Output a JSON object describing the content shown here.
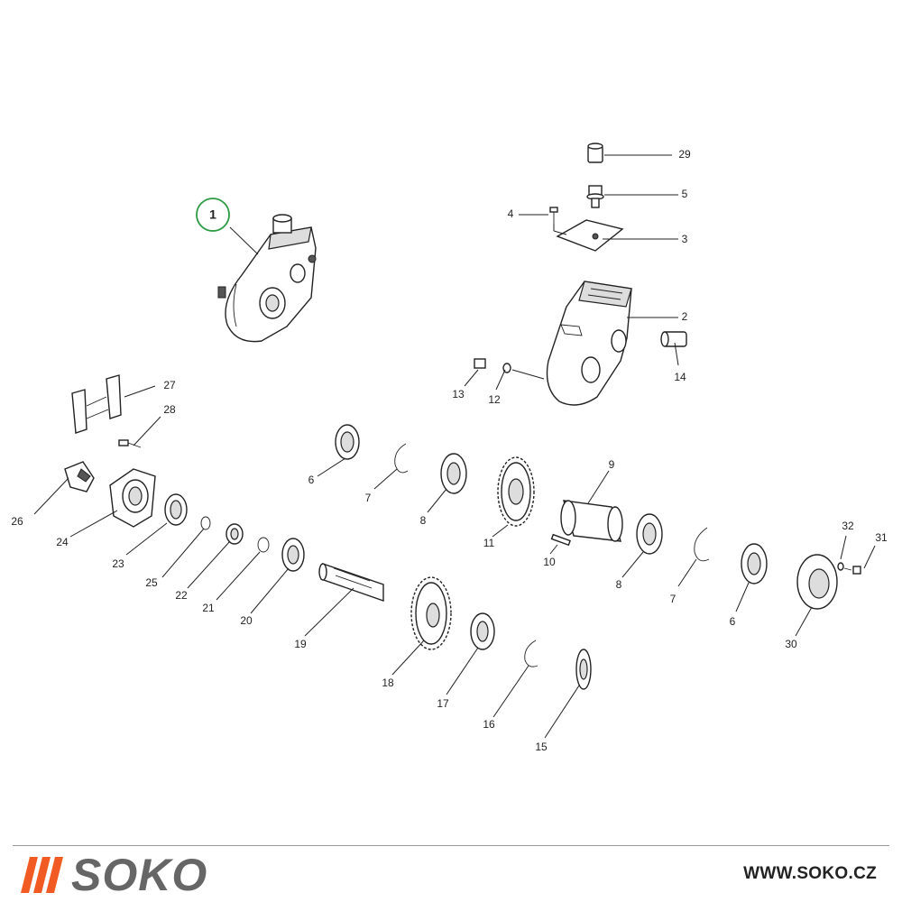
{
  "colors": {
    "highlight": "#2e9a43",
    "brand_orange": "#f15a22",
    "brand_gray": "#666666",
    "ink": "#222222"
  },
  "parts": [
    {
      "id": "1",
      "label": "1",
      "highlighted": true
    },
    {
      "id": "2",
      "label": "2"
    },
    {
      "id": "3",
      "label": "3"
    },
    {
      "id": "4",
      "label": "4"
    },
    {
      "id": "5",
      "label": "5"
    },
    {
      "id": "6a",
      "label": "6"
    },
    {
      "id": "6b",
      "label": "6"
    },
    {
      "id": "7a",
      "label": "7"
    },
    {
      "id": "7b",
      "label": "7"
    },
    {
      "id": "8a",
      "label": "8"
    },
    {
      "id": "8b",
      "label": "8"
    },
    {
      "id": "9",
      "label": "9"
    },
    {
      "id": "10",
      "label": "10"
    },
    {
      "id": "11",
      "label": "11"
    },
    {
      "id": "12",
      "label": "12"
    },
    {
      "id": "13",
      "label": "13"
    },
    {
      "id": "14",
      "label": "14"
    },
    {
      "id": "15",
      "label": "15"
    },
    {
      "id": "16",
      "label": "16"
    },
    {
      "id": "17",
      "label": "17"
    },
    {
      "id": "18",
      "label": "18"
    },
    {
      "id": "19",
      "label": "19"
    },
    {
      "id": "20",
      "label": "20"
    },
    {
      "id": "21",
      "label": "21"
    },
    {
      "id": "22",
      "label": "22"
    },
    {
      "id": "23",
      "label": "23"
    },
    {
      "id": "24",
      "label": "24"
    },
    {
      "id": "25",
      "label": "25"
    },
    {
      "id": "26",
      "label": "26"
    },
    {
      "id": "27",
      "label": "27"
    },
    {
      "id": "28",
      "label": "28"
    },
    {
      "id": "29",
      "label": "29"
    },
    {
      "id": "30",
      "label": "30"
    },
    {
      "id": "31",
      "label": "31"
    },
    {
      "id": "32",
      "label": "32"
    }
  ],
  "footer": {
    "logo_text": "SOKO",
    "url": "WWW.SOKO.CZ"
  }
}
